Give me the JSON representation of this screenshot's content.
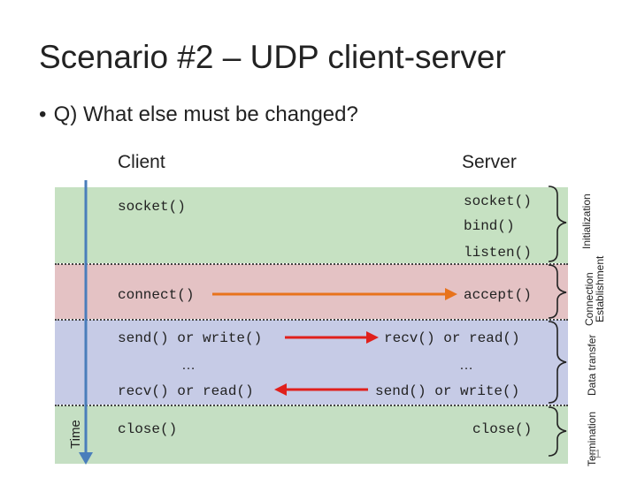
{
  "title": "Scenario #2 – UDP client-server",
  "bullet": "Q) What else must be changed?",
  "columns": {
    "client": "Client",
    "server": "Server"
  },
  "time_label": "Time",
  "client_calls": {
    "socket": "socket()",
    "connect": "connect()",
    "send": "send() or write()",
    "ellipsis": "…",
    "recv": "recv() or read()",
    "close": "close()"
  },
  "server_calls": {
    "socket": "socket()",
    "bind": "bind()",
    "listen": "listen()",
    "accept": "accept()",
    "recv": "recv() or read()",
    "ellipsis": "…",
    "send": "send() or write()",
    "close": "close()"
  },
  "phases": {
    "initialization": "Initialization",
    "connection_1": "Connection",
    "connection_2": "Establishment",
    "data_transfer": "Data transfer",
    "termination": "Termination"
  },
  "page_number": "11",
  "colors": {
    "init_band": "#c6e1c2",
    "connection_band": "#e4c2c4",
    "data_band": "#c6cbe6",
    "termination_band": "#c5dfc3",
    "arrow_orange": "#e8731c",
    "arrow_red": "#e0201c",
    "time_arrow": "#4a7ebb"
  }
}
